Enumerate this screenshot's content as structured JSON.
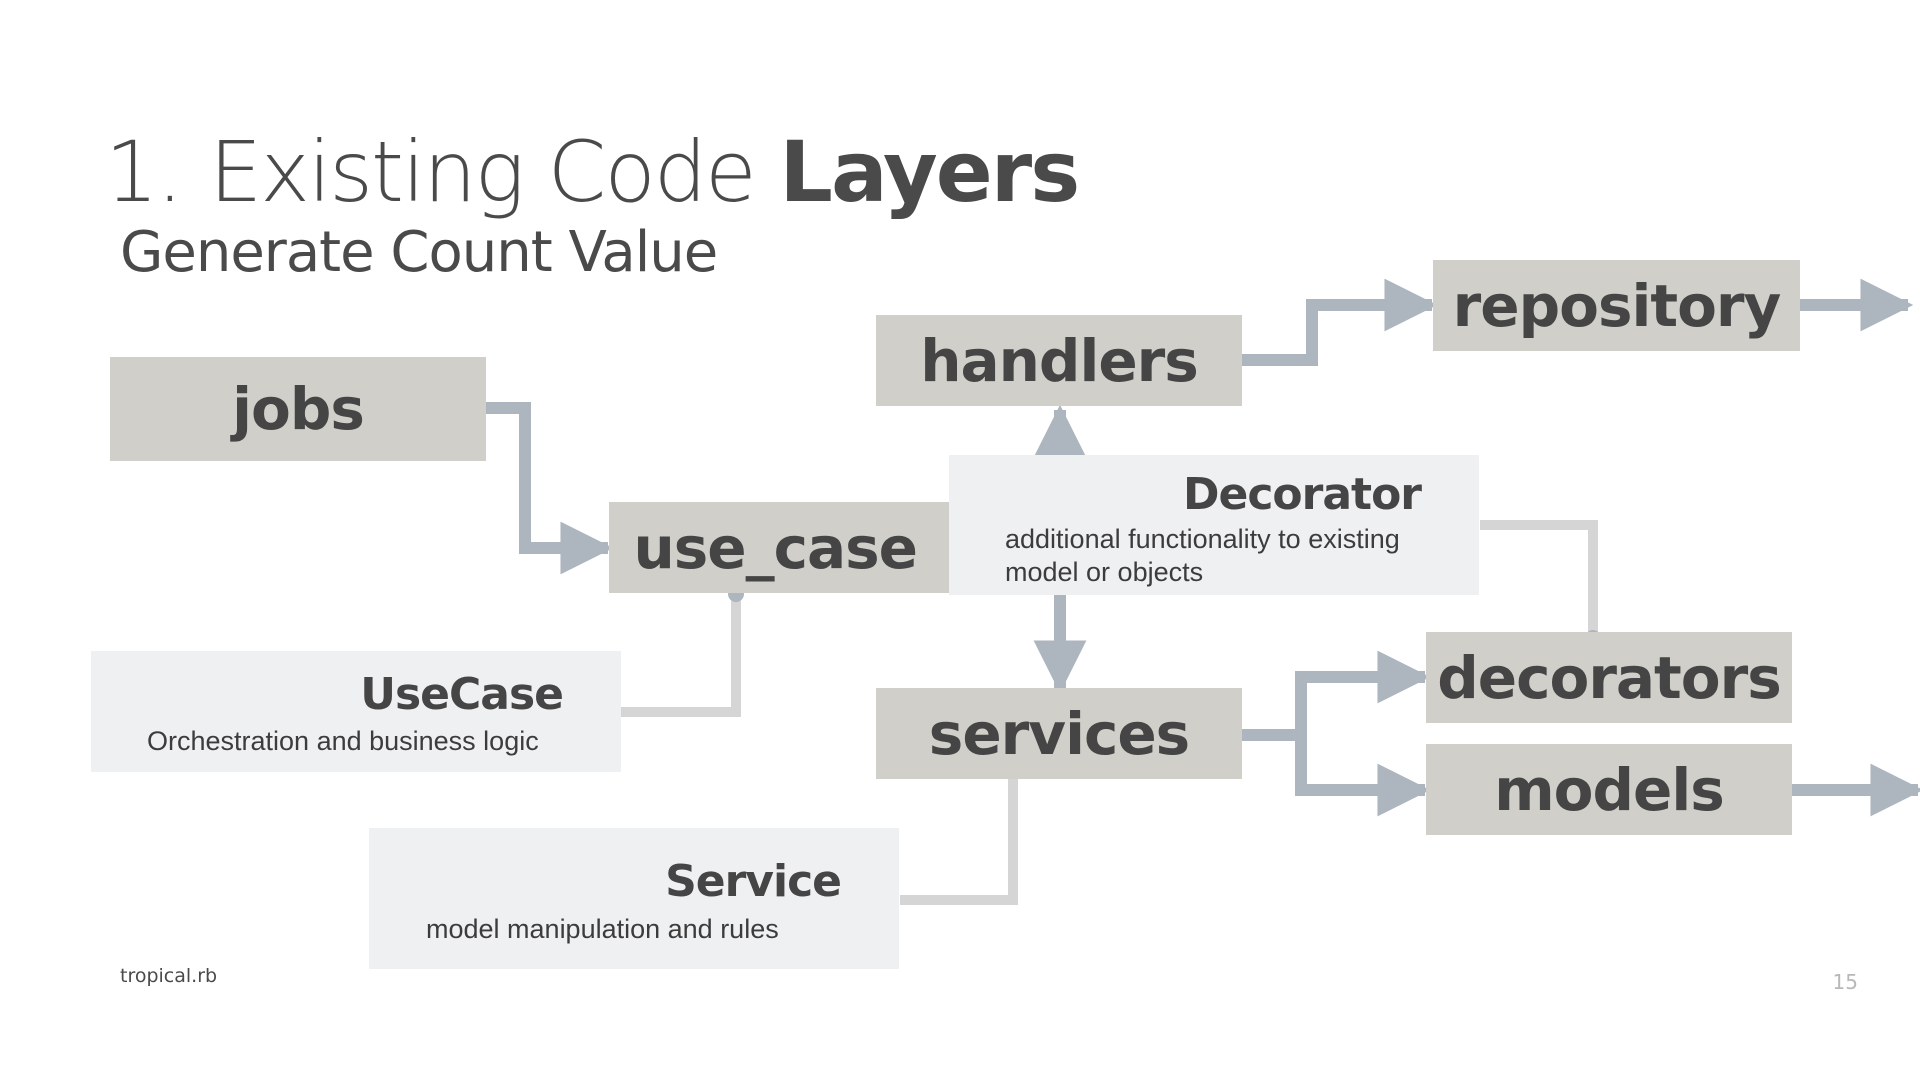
{
  "slide": {
    "title_number": "1.",
    "title_light": "Existing Code",
    "title_bold": "Layers",
    "subtitle": "Generate Count Value",
    "footer": "tropical.rb",
    "page_number": "15"
  },
  "layers": {
    "jobs": "jobs",
    "use_case": "use_case",
    "handlers": "handlers",
    "repository": "repository",
    "services": "services",
    "decorators": "decorators",
    "models": "models"
  },
  "notes": {
    "decorator": {
      "title": "Decorator",
      "description": "additional functionality to existing model or objects"
    },
    "usecase": {
      "title": "UseCase",
      "description": "Orchestration and business logic"
    },
    "service": {
      "title": "Service",
      "description": "model manipulation and rules"
    }
  },
  "colors": {
    "layer_box": "#d1cfc9",
    "note_box": "#eff0f2",
    "flow_arrow": "#adb5bf",
    "callout_line": "#d5d5d5",
    "text": "#454545"
  }
}
